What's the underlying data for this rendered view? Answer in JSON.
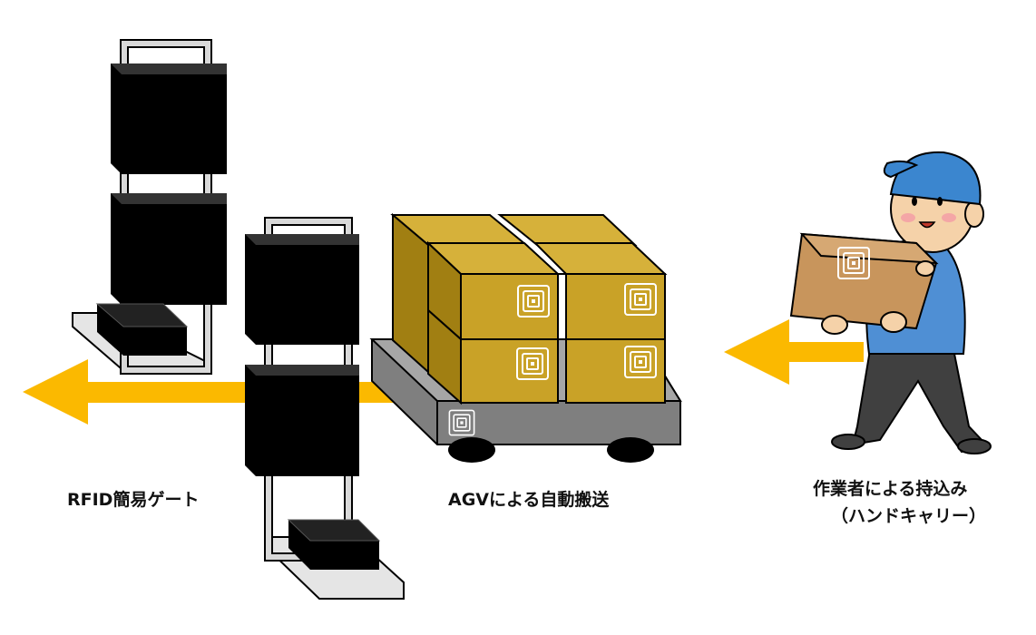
{
  "labels": {
    "gate": "RFID簡易ゲート",
    "agv": "AGVによる自動搬送",
    "worker_line1": "作業者による持込み",
    "worker_line2": "（ハンドキャリー）"
  },
  "colors": {
    "arrow": "#fbb900",
    "antenna": "#000000",
    "frame": "#d9d9d9",
    "cart": "#7f7f7f",
    "cart_top": "#a6a6a6",
    "box_front": "#c9a227",
    "box_side": "#a17f12",
    "box_top": "#d6b13a",
    "held_box": "#c8955c",
    "worker_uniform": "#4f8fd4",
    "worker_pants": "#404040",
    "worker_cap": "#3b86cf",
    "skin": "#f5d2a9"
  },
  "icons": [
    "rfid-tag-icon",
    "worker-figure",
    "agv-cart",
    "rfid-gate"
  ]
}
